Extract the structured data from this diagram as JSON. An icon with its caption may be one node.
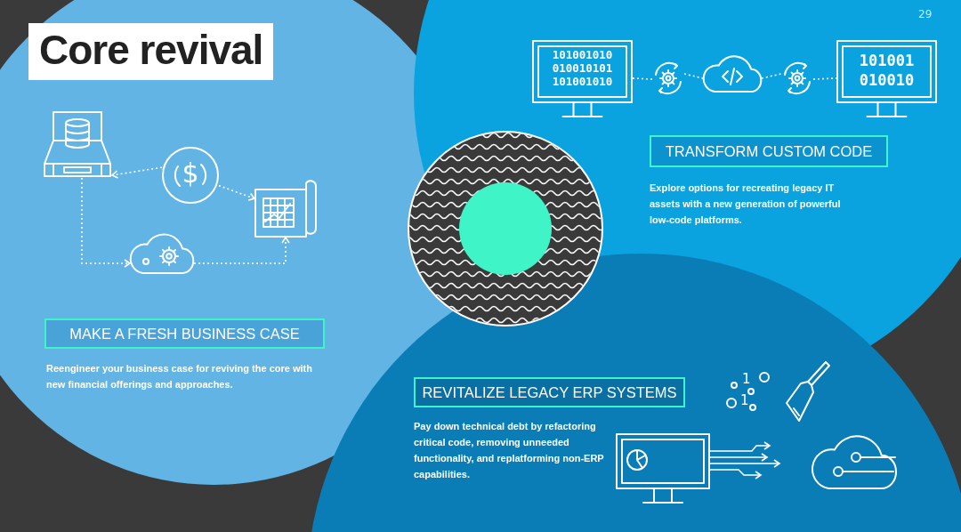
{
  "diagram": {
    "title": "Core revival",
    "nodes": [
      {
        "text": [],
        "shape": "picture"
      },
      {
        "text": [
          "$"
        ]
      },
      {
        "text": [],
        "shape": "picture"
      },
      {
        "text": [],
        "shape": "picture"
      },
      {
        "text": [
          "MAKE A FRESH BUSINESS CASE"
        ],
        "beside": [
          "Reengineer your business case for reviving the core with new financial offerings and approaches."
        ]
      },
      {
        "text": [
          "101001010 010010101 101001010"
        ]
      },
      {
        "text": [],
        "shape": "picture"
      },
      {
        "text": [],
        "shape": "picture"
      },
      {
        "text": [],
        "shape": "picture"
      },
      {
        "text": [
          "101001 010010"
        ]
      },
      {
        "text": [
          "TRANSFORM CUSTOM CODE"
        ],
        "beside": [
          "Explore options for recreating legacy IT assets with a new generation of powerful low-code platforms."
        ]
      },
      {
        "text": [
          "REVITALIZE LEGACY ERP SYSTEMS"
        ],
        "beside": [
          "Pay down technical debt by refactoring critical code, removing unneeded functionality, and replatforming non-ERP capabilities."
        ]
      },
      {
        "text": [],
        "shape": "picture"
      },
      {
        "text": [],
        "shape": "picture"
      }
    ],
    "edges": [
      {
        "from": 1,
        "to": 0,
        "arrow": "to",
        "style": "dashed"
      },
      {
        "from": 1,
        "to": 2,
        "arrow": "to",
        "style": "dashed"
      },
      {
        "from": 0,
        "to": 3,
        "arrow": "to",
        "style": "dashed"
      },
      {
        "from": 3,
        "to": 2,
        "arrow": "to",
        "style": "dashed"
      },
      {
        "from": 5,
        "to": 6,
        "arrow": "none",
        "style": "dashed"
      },
      {
        "from": 6,
        "to": 7,
        "arrow": "none",
        "style": "dashed"
      },
      {
        "from": 7,
        "to": 8,
        "arrow": "none",
        "style": "dashed"
      },
      {
        "from": 8,
        "to": 9,
        "arrow": "none",
        "style": "dashed"
      },
      {
        "from": 12,
        "to": null,
        "arrow": "to"
      },
      {
        "from": 12,
        "to": null,
        "arrow": "to"
      },
      {
        "from": 12,
        "to": null,
        "arrow": "to"
      },
      {
        "from": 12,
        "to": null,
        "arrow": "to"
      }
    ],
    "labels": [
      "29",
      "1",
      "1"
    ]
  }
}
